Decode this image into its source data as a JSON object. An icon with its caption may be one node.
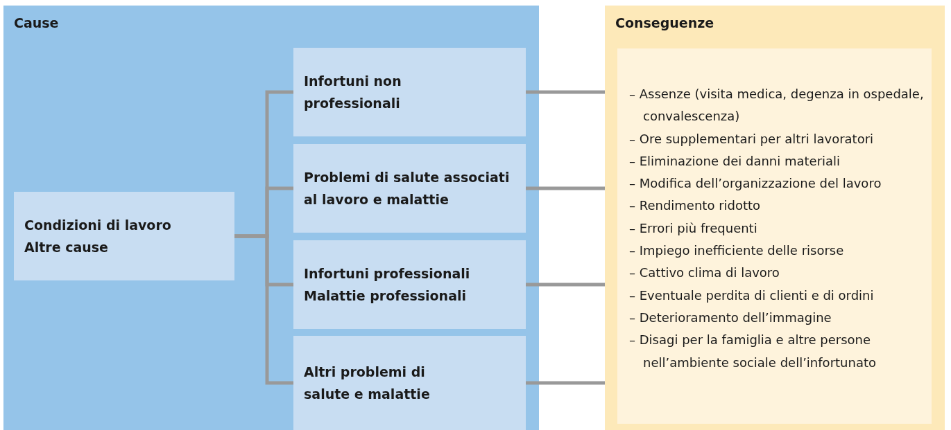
{
  "diagram": {
    "nodes": [
      {
        "text": [
          "Cause"
        ]
      },
      {
        "text": [
          "Condizioni di lavoro",
          "Altre cause"
        ],
        "in": 0
      },
      {
        "text": [
          "Infortuni non professionali"
        ],
        "in": 0
      },
      {
        "text": [
          "Problemi di salute associati al lavoro e malattie"
        ],
        "in": 0
      },
      {
        "text": [
          "Infortuni professionali",
          "Malattie professionali"
        ],
        "in": 0
      },
      {
        "text": [
          "Altri problemi di salute e malattie"
        ],
        "in": 0
      },
      {
        "text": [
          "Conseguenze"
        ]
      },
      {
        "text": [
          "– Assenze (visita medica, degenza in ospedale, convalescenza)",
          "– Ore supplementari per altri lavoratori",
          "– Eliminazione dei danni materiali",
          "– Modifica dell’organizzazione del lavoro",
          "– Rendimento ridotto",
          "– Errori più frequenti",
          "– Impiego inefficiente delle risorse",
          "– Cattivo clima di lavoro",
          "– Eventuale perdita di clienti e di ordini",
          "– Deterioramento dell’immagine",
          "– Disagi per la famiglia e altre persone nell’ambiente sociale dell’infortunato"
        ],
        "in": 6
      }
    ],
    "edges": [
      {
        "from": 1,
        "to": 2,
        "arrow": "none"
      },
      {
        "from": 1,
        "to": 3,
        "arrow": "none"
      },
      {
        "from": 1,
        "to": 4,
        "arrow": "none"
      },
      {
        "from": 1,
        "to": 5,
        "arrow": "none"
      },
      {
        "from": 2,
        "to": 6,
        "arrow": "none"
      },
      {
        "from": 3,
        "to": 6,
        "arrow": "none"
      },
      {
        "from": 4,
        "to": 6,
        "arrow": "none"
      },
      {
        "from": 5,
        "to": 6,
        "arrow": "none"
      }
    ]
  }
}
